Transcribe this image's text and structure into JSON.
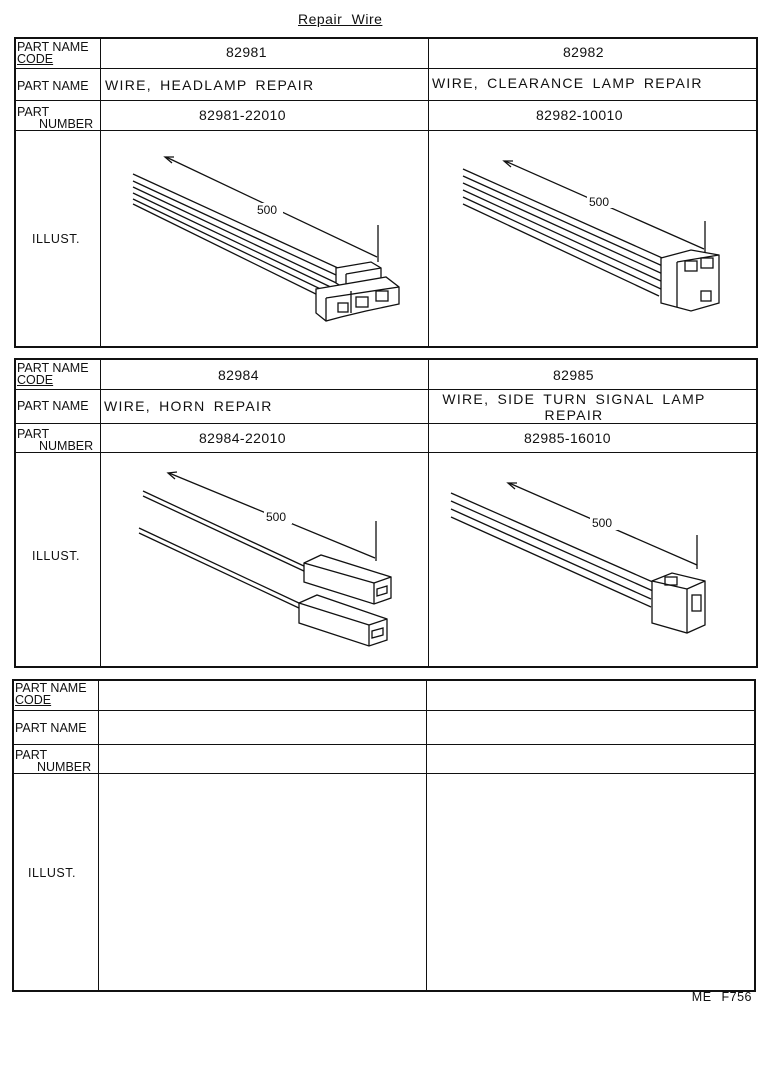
{
  "title": "Repair  Wire",
  "labels": {
    "part_name_code_1": "PART NAME",
    "part_name_code_2": "CODE",
    "part_name": "PART NAME",
    "part_number_1": "PART",
    "part_number_2": "NUMBER",
    "illust": "ILLUST."
  },
  "sections": [
    {
      "left": {
        "code": "82981",
        "name": "WIRE, HEADLAMP REPAIR",
        "number": "82981-22010",
        "dimension": "500"
      },
      "right": {
        "code": "82982",
        "name": "WIRE, CLEARANCE LAMP REPAIR",
        "number": "82982-10010",
        "dimension": "500"
      }
    },
    {
      "left": {
        "code": "82984",
        "name": "WIRE, HORN REPAIR",
        "number": "82984-22010",
        "dimension": "500"
      },
      "right": {
        "code": "82985",
        "name_line1": "WIRE, SIDE TURN SIGNAL LAMP",
        "name_line2": "REPAIR",
        "number": "82985-16010",
        "dimension": "500"
      }
    },
    {
      "left": {
        "code": "",
        "name": "",
        "number": ""
      },
      "right": {
        "code": "",
        "name": "",
        "number": ""
      }
    }
  ],
  "footer": "ME F756"
}
